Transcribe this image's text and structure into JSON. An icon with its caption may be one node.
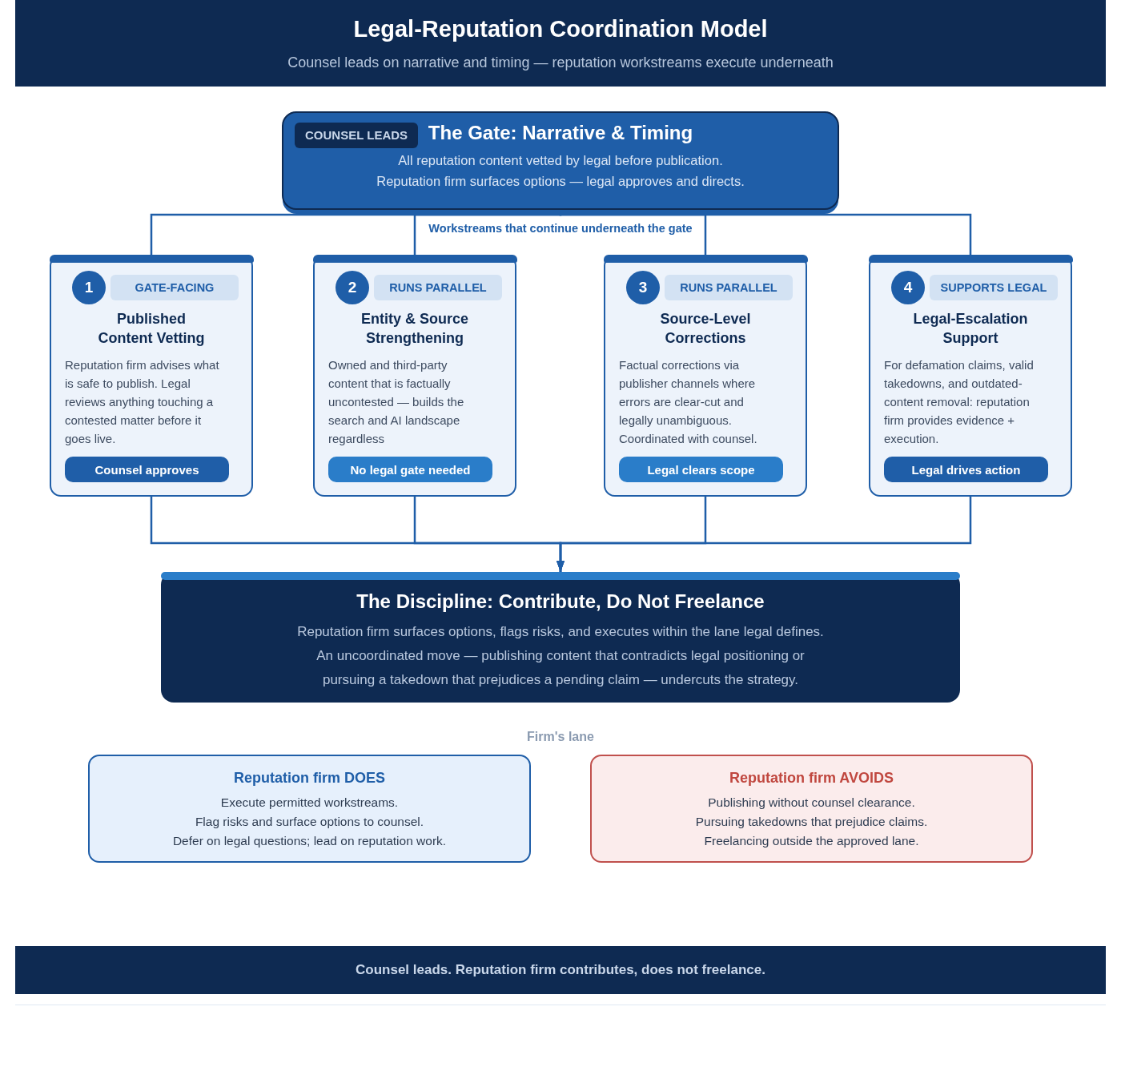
{
  "diagram": {
    "title": "Legal-Reputation Coordination Model",
    "nodes": [
      {
        "text": [
          "The Gate: Narrative & Timing",
          "All reputation content vetted by legal before publication.",
          "Reputation firm surfaces options — legal approves and directs."
        ]
      },
      {
        "text": [
          "COUNSEL LEADS"
        ],
        "in": 0
      },
      {
        "text": [
          "Published Content Vetting",
          "Reputation firm advises what is safe to publish. Legal reviews anything touching a contested matter before it goes live."
        ]
      },
      {
        "text": [
          "1"
        ],
        "in": 2
      },
      {
        "text": [
          "GATE-FACING"
        ],
        "in": 2
      },
      {
        "text": [
          "Counsel approves"
        ],
        "in": 2
      },
      {
        "text": [
          "Entity & Source Strengthening",
          "Owned and third-party content that is factually uncontested — builds the search and AI landscape regardless"
        ]
      },
      {
        "text": [
          "2"
        ],
        "in": 6
      },
      {
        "text": [
          "RUNS PARALLEL"
        ],
        "in": 6
      },
      {
        "text": [
          "No legal gate needed"
        ],
        "in": 6
      },
      {
        "text": [
          "Source-Level Corrections",
          "Factual corrections via publisher channels where errors are clear-cut and legally unambiguous. Coordinated with counsel."
        ]
      },
      {
        "text": [
          "3"
        ],
        "in": 10
      },
      {
        "text": [
          "RUNS PARALLEL"
        ],
        "in": 10
      },
      {
        "text": [
          "Legal clears scope"
        ],
        "in": 10
      },
      {
        "text": [
          "Legal-Escalation Support",
          "For defamation claims, valid takedowns, and outdated-content removal: reputation firm provides evidence + execution."
        ]
      },
      {
        "text": [
          "4"
        ],
        "in": 14
      },
      {
        "text": [
          "SUPPORTS LEGAL"
        ],
        "in": 14
      },
      {
        "text": [
          "Legal drives action"
        ],
        "in": 14
      },
      {
        "text": [
          "The Discipline: Contribute, Do Not Freelance",
          "Reputation firm surfaces options, flags risks, and executes within the lane legal defines.",
          "An uncoordinated move — publishing content that contradicts legal positioning or pursuing a takedown that prejudices a pending claim — undercuts the strategy."
        ]
      },
      {
        "text": [
          "Reputation firm DOES",
          "Execute permitted workstreams.",
          "Flag risks and surface options to counsel.",
          "Defer on legal questions; lead on reputation work."
        ]
      },
      {
        "text": [
          "Reputation firm AVOIDS",
          "Publishing without counsel clearance.",
          "Pursuing takedowns that prejudice claims.",
          "Freelancing outside the approved lane."
        ]
      }
    ],
    "edges": [
      {
        "from": 0,
        "to": 2,
        "arrow": "none"
      },
      {
        "from": 0,
        "to": 6,
        "arrow": "none"
      },
      {
        "from": 0,
        "to": 10,
        "arrow": "none"
      },
      {
        "from": 0,
        "to": 14,
        "arrow": "none"
      },
      {
        "from": 2,
        "to": 18,
        "arrow": "to"
      },
      {
        "from": 6,
        "to": 18,
        "arrow": "to"
      },
      {
        "from": 10,
        "to": 18,
        "arrow": "to"
      },
      {
        "from": 14,
        "to": 18,
        "arrow": "to"
      }
    ],
    "labels": [
      "Counsel leads on narrative and timing — reputation workstreams execute underneath",
      "Workstreams that continue underneath the gate",
      "Firm's lane",
      "Counsel leads. Reputation firm contributes, does not freelance."
    ]
  }
}
